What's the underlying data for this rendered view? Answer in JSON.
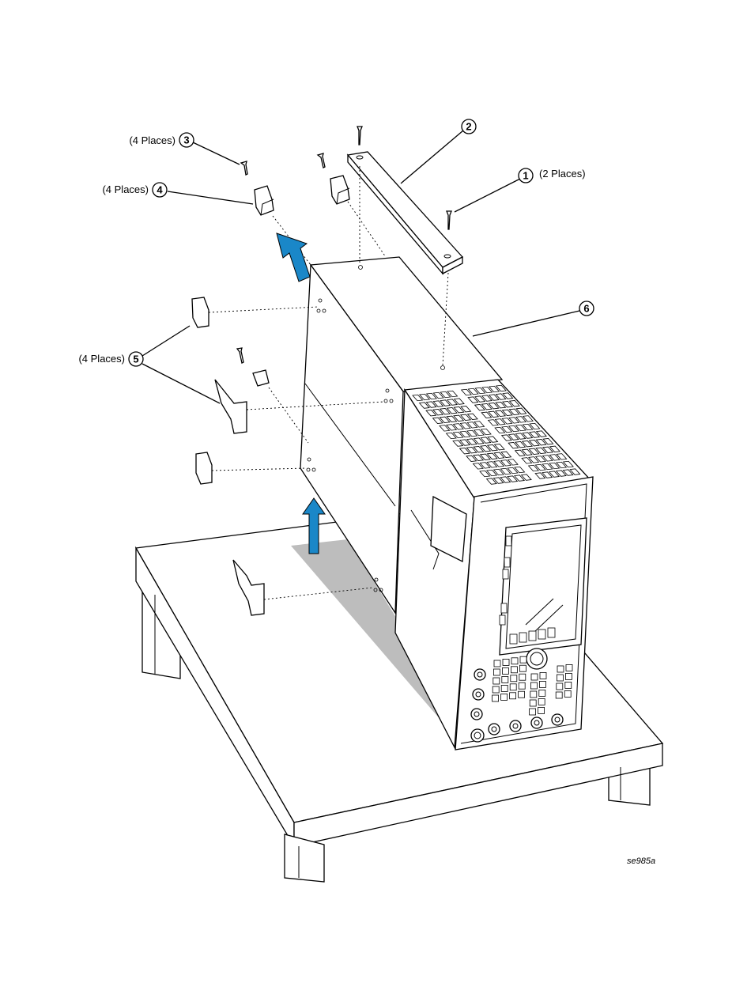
{
  "callouts": [
    {
      "number": "1",
      "qualifier": "(2 Places)"
    },
    {
      "number": "2",
      "qualifier": ""
    },
    {
      "number": "3",
      "qualifier": "(4 Places)"
    },
    {
      "number": "4",
      "qualifier": "(4 Places)"
    },
    {
      "number": "5",
      "qualifier": "(4 Places)"
    },
    {
      "number": "6",
      "qualifier": ""
    }
  ],
  "figure_id": "se985a",
  "colors": {
    "arrow": "#1a87c8",
    "shadow": "#bdbdbd",
    "line": "#000000"
  }
}
